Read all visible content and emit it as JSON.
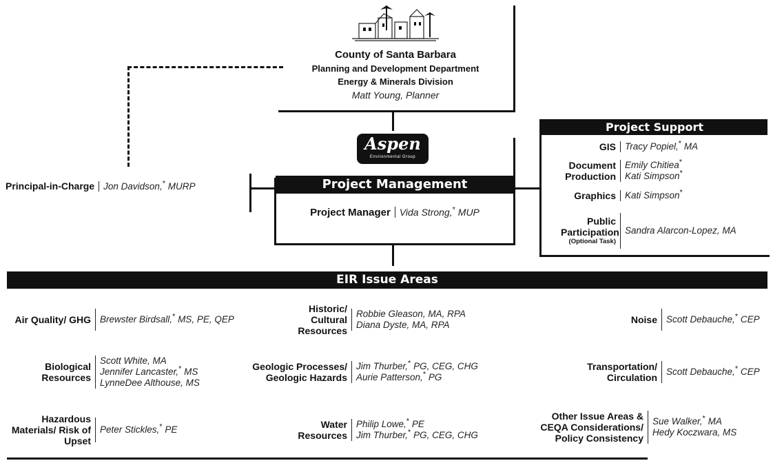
{
  "county": {
    "name": "County of Santa Barbara",
    "department": "Planning and Development Department",
    "division": "Energy & Minerals Division",
    "contact": "Matt Young, Planner"
  },
  "aspen": {
    "logo_text": "Aspen",
    "logo_subtext": "Environmental Group"
  },
  "project_management": {
    "title": "Project Management",
    "manager_label": "Project Manager",
    "manager_name": "Vida Strong,",
    "manager_credentials": "MUP"
  },
  "principal": {
    "label": "Principal-in-Charge",
    "name": "Jon Davidson,",
    "credentials": "MURP"
  },
  "project_support": {
    "title": "Project Support",
    "rows": [
      {
        "label": "GIS",
        "names": [
          "Tracy Popiel,* MA"
        ]
      },
      {
        "label": "Document Production",
        "names": [
          "Emily Chitiea*",
          "Kati Simpson*"
        ]
      },
      {
        "label": "Graphics",
        "names": [
          "Kati Simpson*"
        ]
      },
      {
        "label": "Public Participation",
        "note": "(Optional Task)",
        "names": [
          "Sandra Alarcon-Lopez, MA"
        ]
      }
    ]
  },
  "eir": {
    "title": "EIR Issue Areas",
    "areas": [
      {
        "label": "Air Quality/ GHG",
        "names": [
          "Brewster Birdsall,* MS, PE, QEP"
        ]
      },
      {
        "label": "Historic/ Cultural Resources",
        "names": [
          "Robbie Gleason, MA, RPA",
          "Diana Dyste, MA, RPA"
        ]
      },
      {
        "label": "Noise",
        "names": [
          "Scott Debauche,* CEP"
        ]
      },
      {
        "label": "Biological Resources",
        "names": [
          "Scott White, MA",
          "Jennifer Lancaster,* MS",
          "LynneDee Althouse, MS"
        ]
      },
      {
        "label": "Geologic Processes/ Geologic Hazards",
        "names": [
          "Jim Thurber,* PG, CEG, CHG",
          "Aurie Patterson,* PG"
        ]
      },
      {
        "label": "Transportation/ Circulation",
        "names": [
          "Scott Debauche,* CEP"
        ]
      },
      {
        "label": "Hazardous Materials/ Risk of Upset",
        "names": [
          "Peter Stickles,* PE"
        ]
      },
      {
        "label": "Water Resources",
        "names": [
          "Philip Lowe,* PE",
          "Jim Thurber,* PG, CEG, CHG"
        ]
      },
      {
        "label": "Other Issue Areas & CEQA Considerations/ Policy Consistency",
        "names": [
          "Sue Walker,* MA",
          "Hedy Koczwara, MS"
        ]
      }
    ]
  }
}
